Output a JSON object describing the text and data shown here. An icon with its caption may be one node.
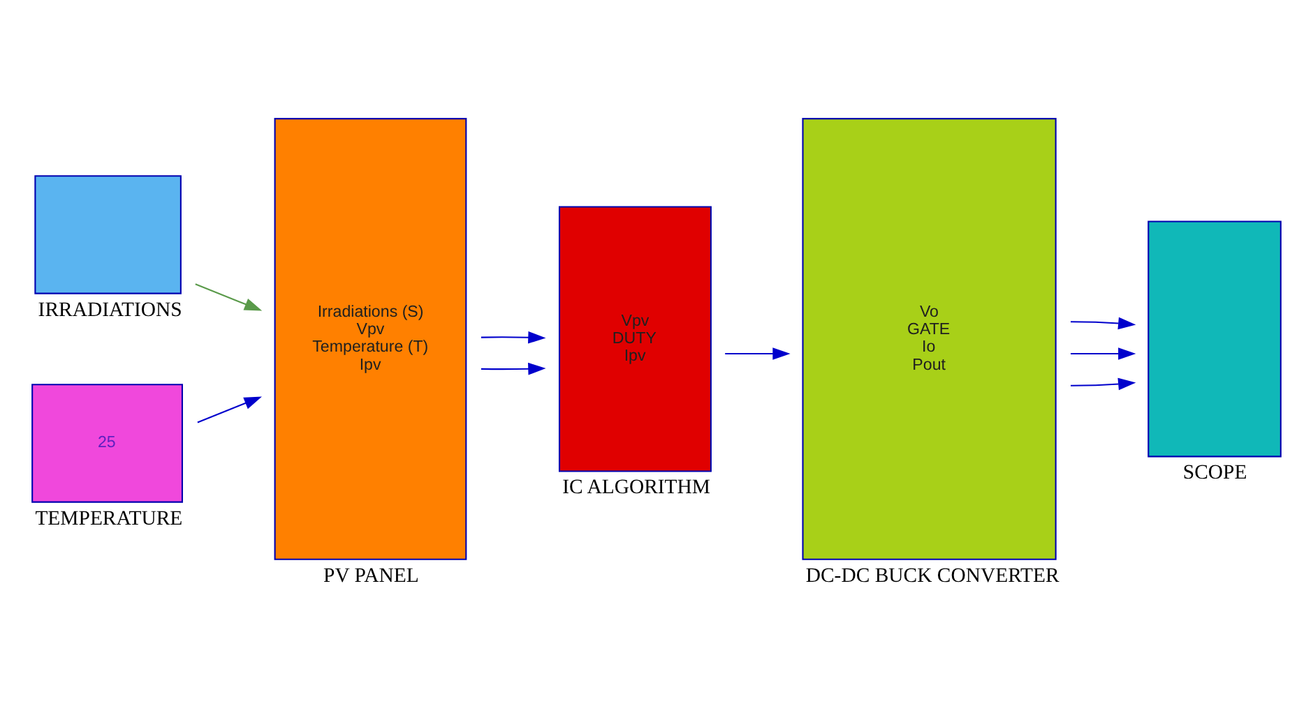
{
  "diagram": {
    "nodes": [
      {
        "text": [],
        "shape": "box",
        "beside": [
          "IRRADIATIONS"
        ]
      },
      {
        "text": [
          "25"
        ],
        "beside": [
          "TEMPERATURE"
        ]
      },
      {
        "text": [
          "Irradiations (S)",
          "Vpv",
          "Temperature (T)",
          "Ipv"
        ],
        "beside": [
          "PV PANEL"
        ]
      },
      {
        "text": [
          "Vpv",
          "DUTY",
          "Ipv"
        ],
        "beside": [
          "IC ALGORITHM"
        ]
      },
      {
        "text": [
          "Vo",
          "GATE",
          "Io",
          "Pout"
        ],
        "beside": [
          "DC-DC BUCK CONVERTER"
        ]
      },
      {
        "text": [],
        "shape": "box",
        "beside": [
          "SCOPE"
        ]
      }
    ],
    "edges": [
      {
        "from": 0,
        "to": 2,
        "arrow": "to",
        "color": "#5a9a4a"
      },
      {
        "from": 1,
        "to": 2,
        "arrow": "to"
      },
      {
        "from": 2,
        "to": 3,
        "arrow": "to"
      },
      {
        "from": 2,
        "to": 3,
        "arrow": "to"
      },
      {
        "from": 3,
        "to": 4,
        "arrow": "to"
      },
      {
        "from": 4,
        "to": 5,
        "arrow": "to"
      },
      {
        "from": 4,
        "to": 5,
        "arrow": "to"
      },
      {
        "from": 4,
        "to": 5,
        "arrow": "to"
      }
    ]
  }
}
